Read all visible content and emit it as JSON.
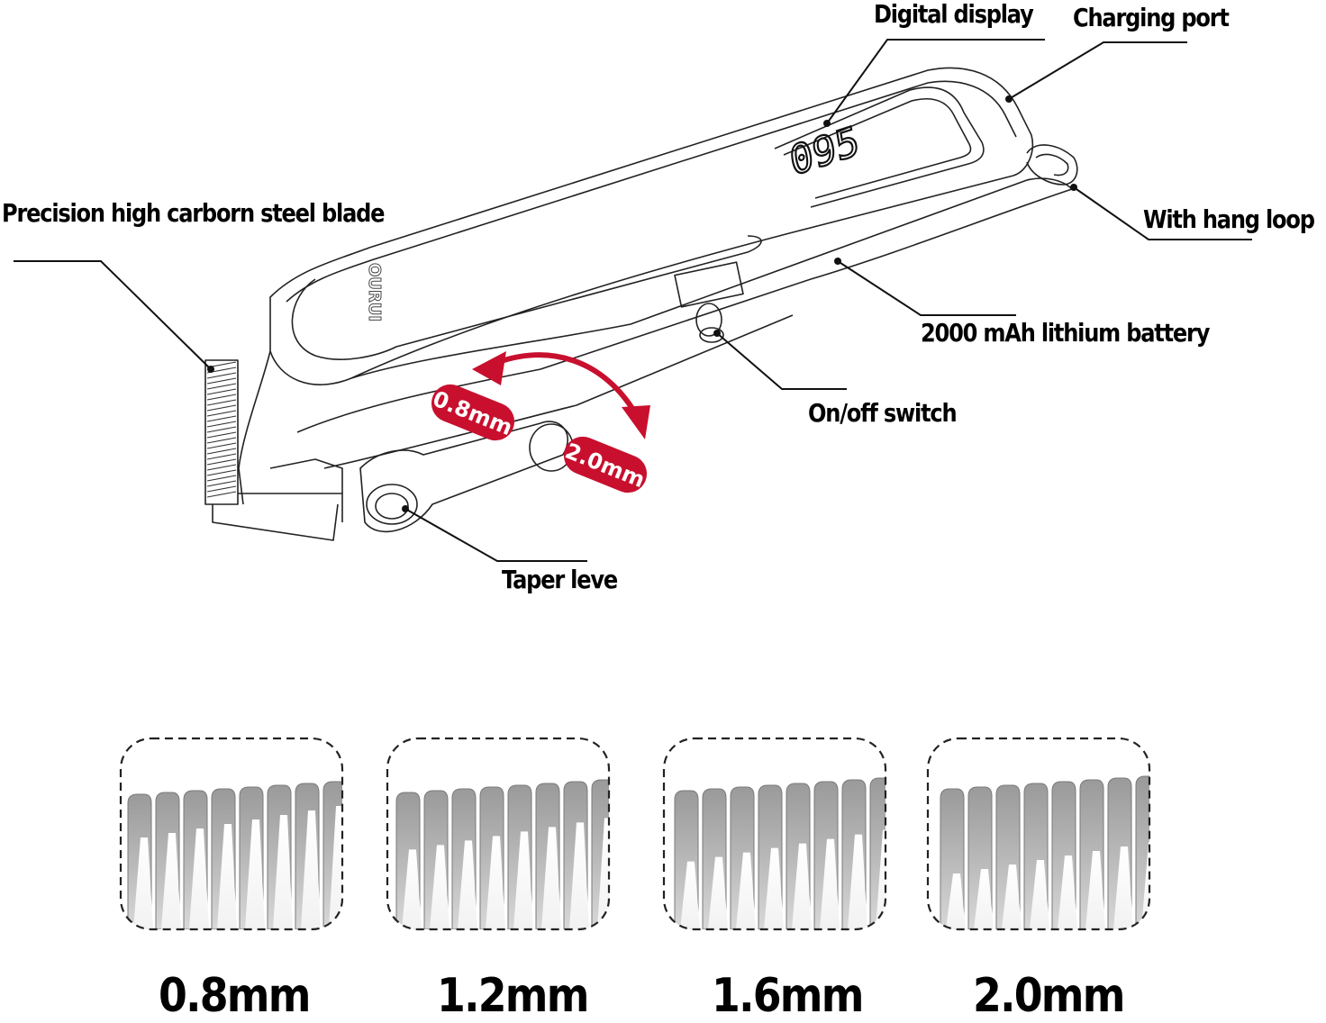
{
  "diagram": {
    "subject": "Cordless hair clipper",
    "brand_mark": "OURUI",
    "display_reading": "095",
    "callouts": [
      {
        "id": "digital-display",
        "label": "Digital display"
      },
      {
        "id": "charging-port",
        "label": "Charging port"
      },
      {
        "id": "hang-loop",
        "label": "With hang loop"
      },
      {
        "id": "blade",
        "label": "Precision high carborn steel blade"
      },
      {
        "id": "battery",
        "label": "2000 mAh lithium battery"
      },
      {
        "id": "power-switch",
        "label": "On/off switch"
      },
      {
        "id": "taper-lever",
        "label": "Taper leve"
      }
    ],
    "taper_range": {
      "min_label": "0.8mm",
      "max_label": "2.0mm",
      "accent_color": "#c8102e"
    }
  },
  "blade_positions": [
    {
      "label": "0.8mm",
      "value_mm": 0.8
    },
    {
      "label": "1.2mm",
      "value_mm": 1.2
    },
    {
      "label": "1.6mm",
      "value_mm": 1.6
    },
    {
      "label": "2.0mm",
      "value_mm": 2.0
    }
  ]
}
